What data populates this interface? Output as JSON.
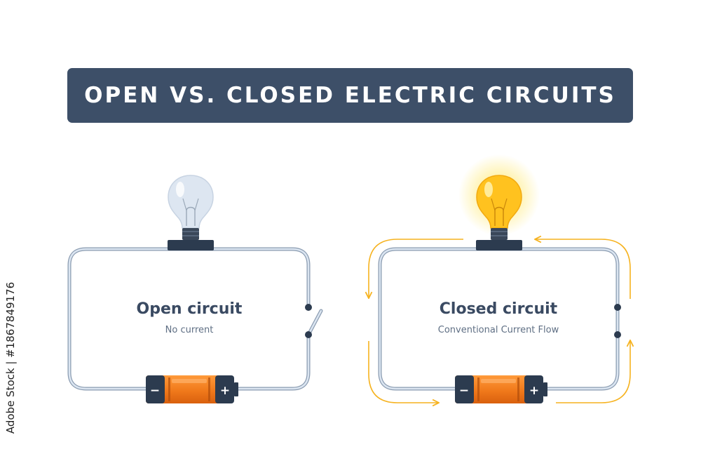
{
  "title": "OPEN VS. CLOSED ELECTRIC CIRCUITS",
  "open_circuit": {
    "label": "Open circuit",
    "sublabel": "No current"
  },
  "closed_circuit": {
    "label": "Closed circuit",
    "sublabel": "Conventional Current Flow"
  },
  "battery": {
    "negative_symbol": "−",
    "positive_symbol": "+"
  },
  "stock_id": "Adobe Stock | #1867849176",
  "colors": {
    "banner": "#3d4f68",
    "wire_fill": "#c9d6e6",
    "wire_outline": "#8a9bb0",
    "battery_orange": "#f0791b",
    "battery_cap": "#2c3b4f",
    "bulb_on": "#ffc21f",
    "bulb_off": "#dde6f1",
    "current_arrow": "#f6b21e"
  }
}
